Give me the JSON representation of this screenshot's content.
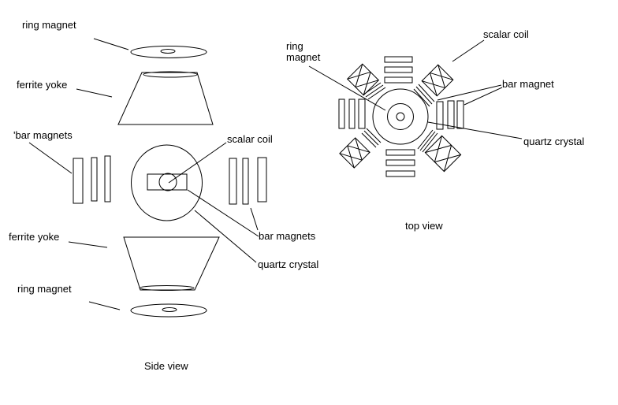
{
  "figure": {
    "background": "#ffffff",
    "line_color": "#000000",
    "side_view": {
      "labels": {
        "ring_magnet_top": "ring magnet",
        "ferrite_yoke_top": "ferrite yoke",
        "bar_magnets_left": "'bar magnets",
        "scalar_coil": "scalar coil",
        "bar_magnets_right": "bar magnets",
        "quartz_crystal": "quartz crystal",
        "ferrite_yoke_bottom": "ferrite yoke",
        "ring_magnet_bottom": "ring magnet"
      },
      "caption": "Side view"
    },
    "top_view": {
      "labels": {
        "ring_magnet_line1": "ring",
        "ring_magnet_line2": "magnet",
        "scalar_coil": "scalar coil",
        "bar_magnet": "bar magnet",
        "quartz_crystal": "quartz crystal"
      },
      "caption": "top view"
    }
  }
}
